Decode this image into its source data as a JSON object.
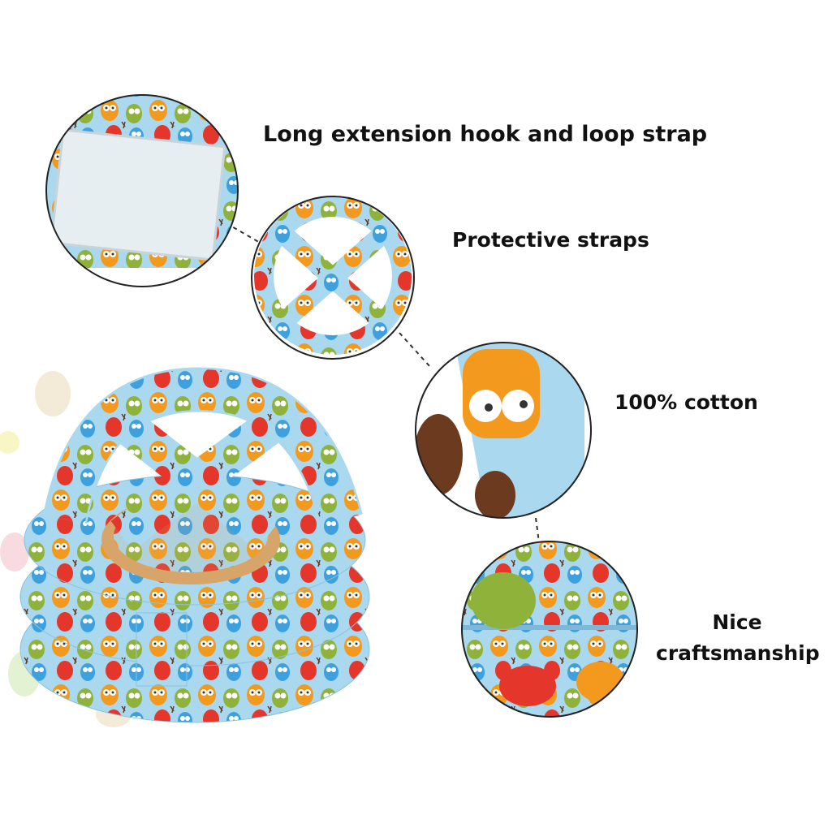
{
  "labels": {
    "hook_loop": "Long extension hook and loop strap",
    "straps": "Protective straps",
    "cotton": "100% cotton",
    "craft_line1": "Nice",
    "craft_line2": "craftsmanship"
  },
  "colors": {
    "fabric": "#a9d8ef",
    "owl_orange": "#f39a1e",
    "owl_green": "#8fb33a",
    "owl_red": "#e4362a",
    "owl_brown": "#6b3a1f",
    "owl_blue": "#3ea0dc"
  }
}
